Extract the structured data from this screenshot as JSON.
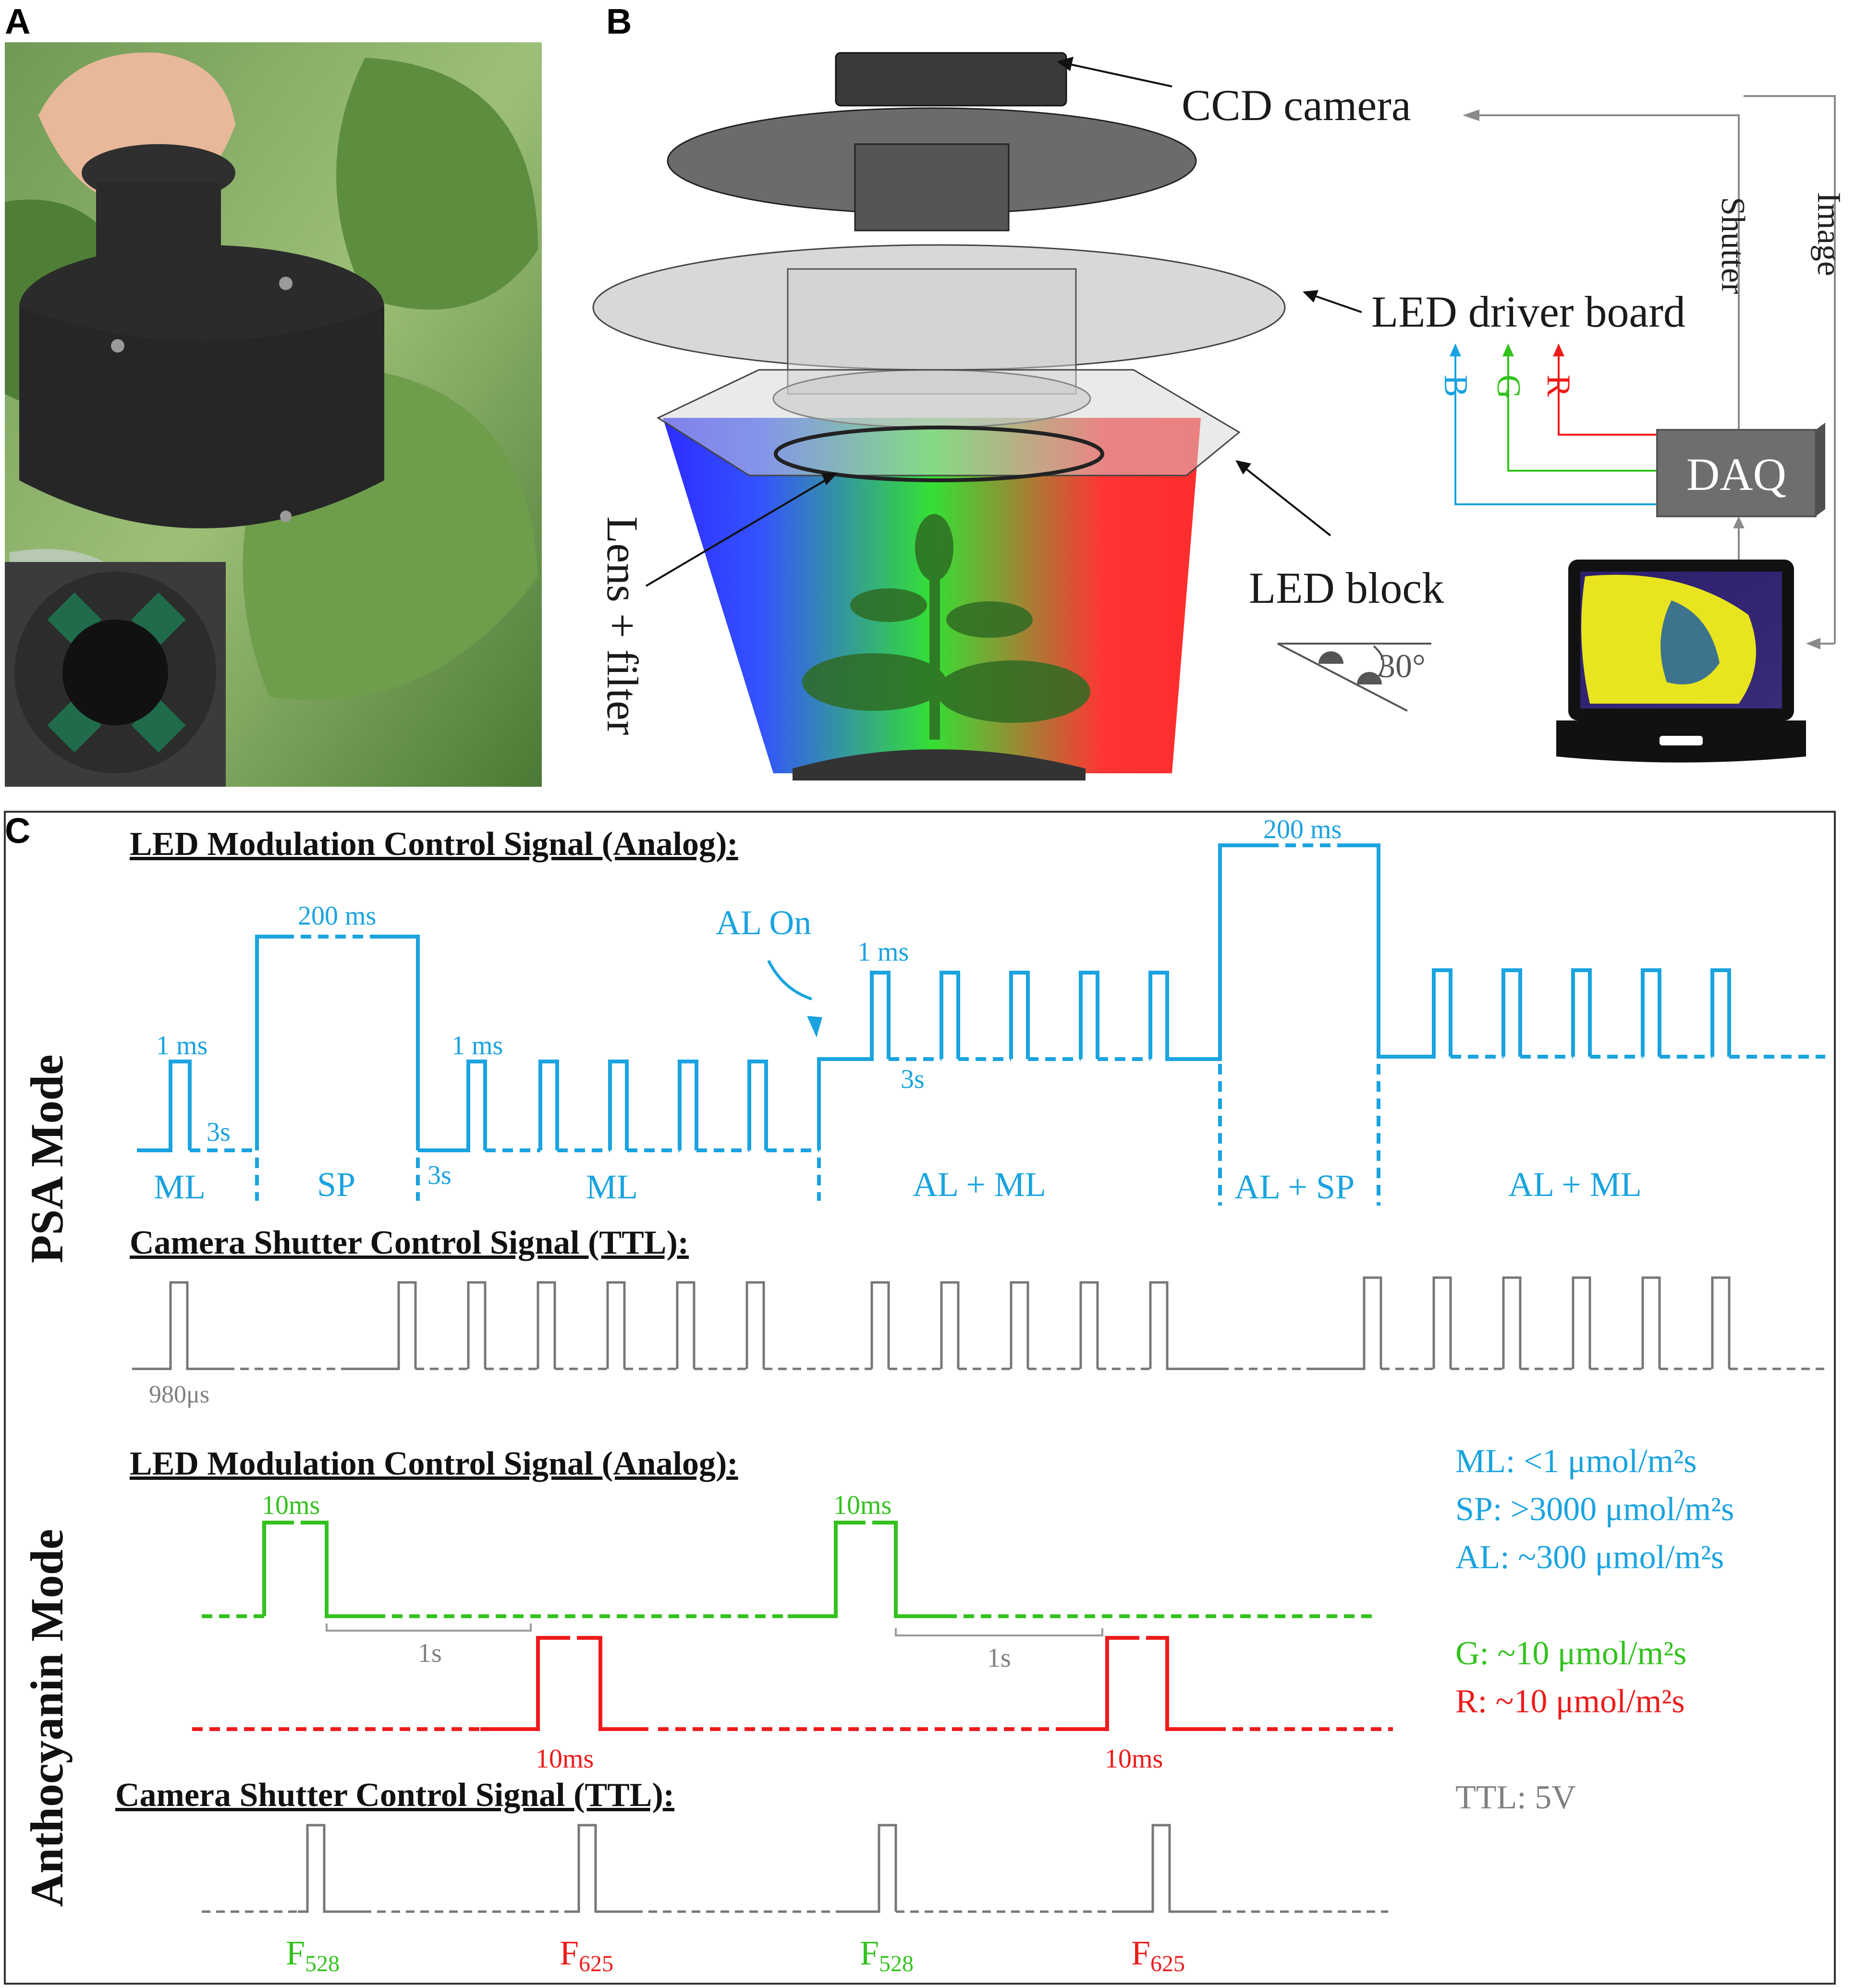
{
  "panels": {
    "a_letter": "A",
    "b_letter": "B",
    "c_letter": "C"
  },
  "panel_b": {
    "ccd_camera": "CCD camera",
    "led_driver_board": "LED driver board",
    "led_block": "LED block",
    "lens_filter": "Lens + filter",
    "shutter": "Shutter",
    "image": "Image",
    "daq": "DAQ",
    "channel_b": "B",
    "channel_g": "G",
    "channel_r": "R",
    "angle": "30°"
  },
  "panel_c": {
    "psa_mode": "PSA Mode",
    "anthocyanin_mode": "Anthocyanin Mode",
    "led_signal_header_1": "LED Modulation Control Signal (Analog):",
    "shutter_signal_header_1": "Camera Shutter Control Signal (TTL):",
    "led_signal_header_2": "LED Modulation Control Signal (Analog):",
    "shutter_signal_header_2": "Camera Shutter Control Signal (TTL):",
    "psa": {
      "label_1ms_a": "1 ms",
      "label_3s_a": "3s",
      "label_200ms_a": "200 ms",
      "label_1ms_b": "1 ms",
      "label_3s_b": "3s",
      "al_on": "AL On",
      "label_1ms_c": "1 ms",
      "label_3s_c": "3s",
      "label_200ms_b": "200 ms",
      "seg_ml_1": "ML",
      "seg_sp": "SP",
      "seg_ml_2": "ML",
      "seg_alml_1": "AL + ML",
      "seg_alsp": "AL + SP",
      "seg_alml_2": "AL + ML",
      "label_980us": "980μs"
    },
    "antho": {
      "g_10ms_a": "10ms",
      "g_10ms_b": "10ms",
      "g_1s_a": "1s",
      "g_1s_b": "1s",
      "r_10ms_a": "10ms",
      "r_10ms_b": "10ms",
      "f528_a": "F",
      "f528_a_sub": "528",
      "f625_a": "F",
      "f625_a_sub": "625",
      "f528_b": "F",
      "f528_b_sub": "528",
      "f625_b": "F",
      "f625_b_sub": "625"
    },
    "legend": {
      "ml": "ML:   <1 μmol/m²s",
      "sp": "SP: >3000 μmol/m²s",
      "al": "AL: ~300 μmol/m²s",
      "g": "G: ~10 μmol/m²s",
      "r": "R: ~10 μmol/m²s",
      "ttl": "TTL: 5V"
    }
  },
  "colors": {
    "blue": "#1aa3e0",
    "green": "#33c21e",
    "red": "#ee1b1b",
    "gray": "#808080"
  }
}
